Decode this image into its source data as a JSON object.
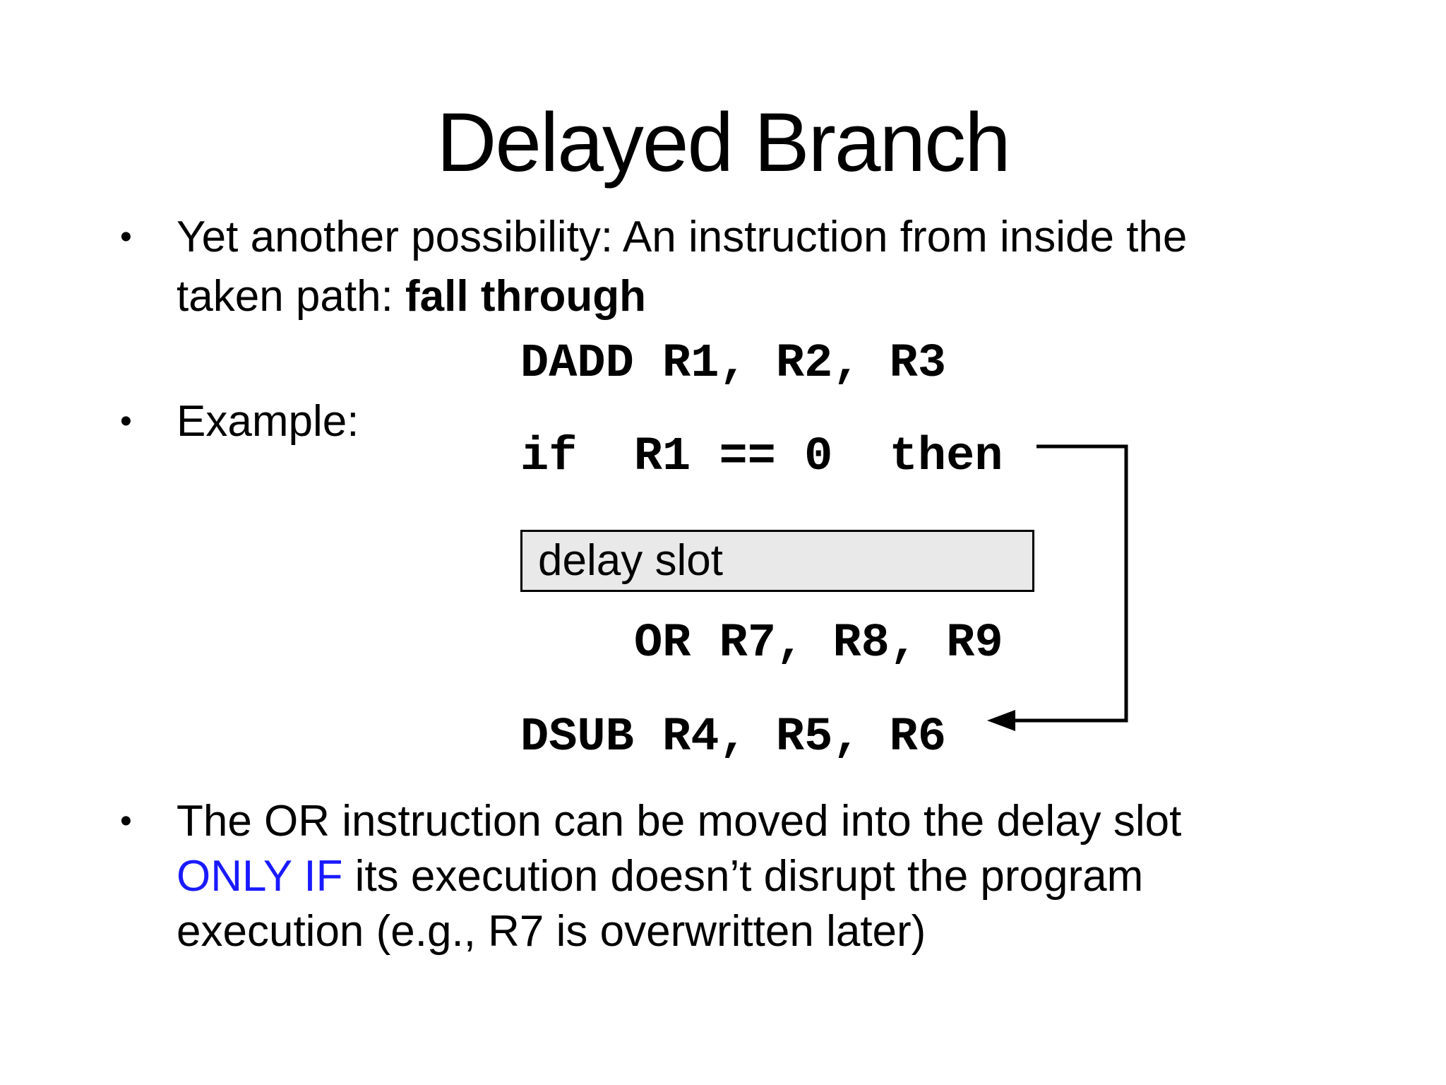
{
  "slide": {
    "title": "Delayed Branch",
    "bullet_char": "•",
    "bullet1": {
      "pre": "Yet another possibility: An instruction from inside the\ntaken path: ",
      "bold": "fall through"
    },
    "bullet2": {
      "text": "Example:"
    },
    "code": {
      "dadd": "DADD R1, R2, R3",
      "if_then": "if  R1 == 0  then",
      "or": "OR R7, R8, R9",
      "dsub": "DSUB R4, R5, R6"
    },
    "delay_slot": {
      "label": "delay slot"
    },
    "bullet3": {
      "pre": "The OR instruction can be moved into the delay slot\n",
      "highlight": "ONLY IF",
      "post": " its execution doesn’t disrupt the program\nexecution (e.g., R7 is overwritten later)"
    },
    "colors": {
      "highlight_blue": "#1a1aff",
      "box_fill": "#e9e9e9",
      "box_border": "#000000",
      "text": "#000000",
      "background": "#ffffff"
    }
  }
}
